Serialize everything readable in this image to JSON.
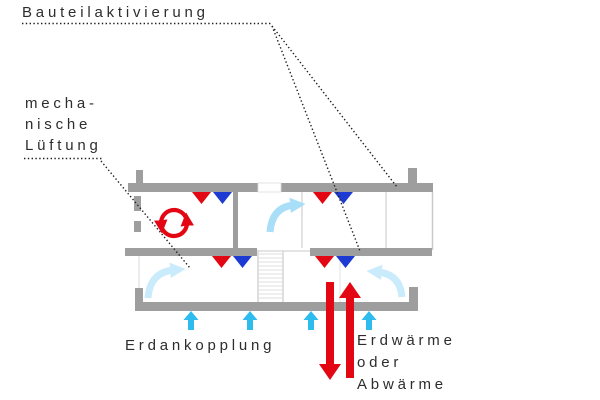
{
  "diagram": {
    "type": "building-energy-concept-cross-section",
    "labels": {
      "bauteilaktivierung": "Bauteilaktivierung",
      "mechanische_lueftung": [
        "mecha-",
        "nische",
        "Lüftung"
      ],
      "erdankopplung": "Erdankopplung",
      "erdwaerme": [
        "Erdwärme",
        "oder",
        "Abwärme"
      ]
    },
    "colors": {
      "wall_gray": "#9e9e9e",
      "detail_gray": "#d9d9d9",
      "heat_red": "#e30613",
      "cool_blue": "#1d3ad2",
      "ground_cyan": "#2ebcee",
      "airflow_pale_blue": "#c9ebfb",
      "airflow_blue": "#a9def8",
      "text": "#2d2d2d",
      "leader_dots": "#1f1f1f"
    },
    "icons": {
      "heating_triangle": {
        "name": "heating-vent-triangle-icon",
        "color": "#e30613",
        "count": 4
      },
      "cooling_triangle": {
        "name": "cooling-vent-triangle-icon",
        "color": "#1d3ad2",
        "count": 4
      },
      "air_circulation": {
        "name": "air-circulation-icon",
        "color": "#e30613",
        "count": 1
      },
      "airflow_curved_arrow": {
        "name": "airflow-arrow-icon",
        "color": "#c9ebfb",
        "count": 3
      },
      "ground_coupling_arrow": {
        "name": "ground-coupling-arrow-icon",
        "color": "#2ebcee",
        "count": 4
      },
      "heat_down_arrow": {
        "name": "heat-down-arrow-icon",
        "color": "#e30613",
        "count": 1
      },
      "heat_up_arrow": {
        "name": "heat-up-arrow-icon",
        "color": "#e30613",
        "count": 1
      }
    }
  }
}
